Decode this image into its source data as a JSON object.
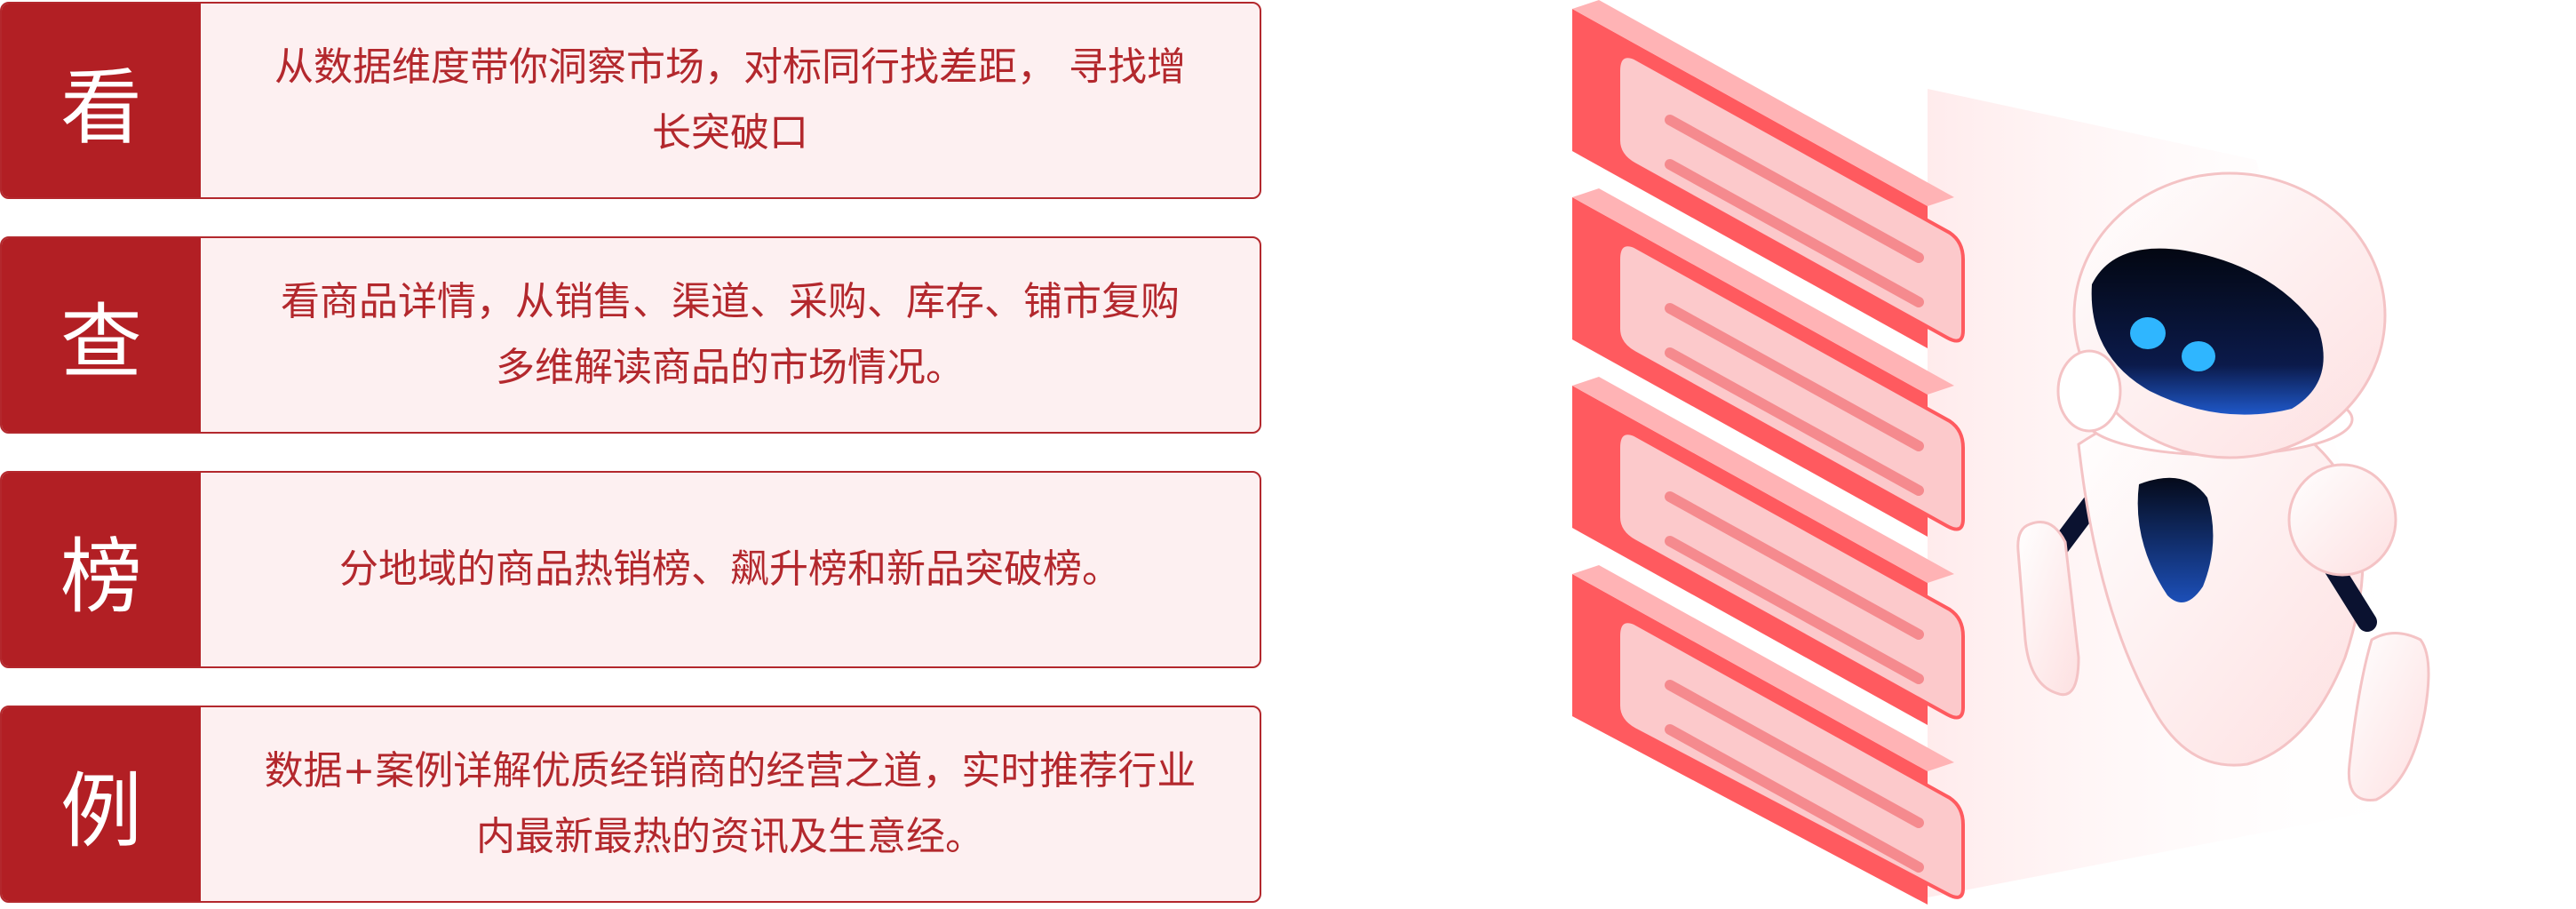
{
  "features": [
    {
      "key": "看",
      "description": "从数据维度带你洞察市场，对标同行找差距， 寻找增长突破口"
    },
    {
      "key": "查",
      "description": "看商品详情，从销售、渠道、采购、库存、铺市复购多维解读商品的市场情况。"
    },
    {
      "key": "榜",
      "description": "分地域的商品热销榜、飙升榜和新品突破榜。"
    },
    {
      "key": "例",
      "description": "数据+案例详解优质经销商的经营之道，实时推荐行业内最新最热的资讯及生意经。"
    }
  ],
  "illustration": {
    "icon": "robot-with-documents-icon",
    "colors": {
      "accent": "#b21f24",
      "panel": "#ff5a5f",
      "panel_light": "#fcc9cb",
      "visor": "#0b1a4a",
      "eye": "#2fb6ff"
    }
  }
}
